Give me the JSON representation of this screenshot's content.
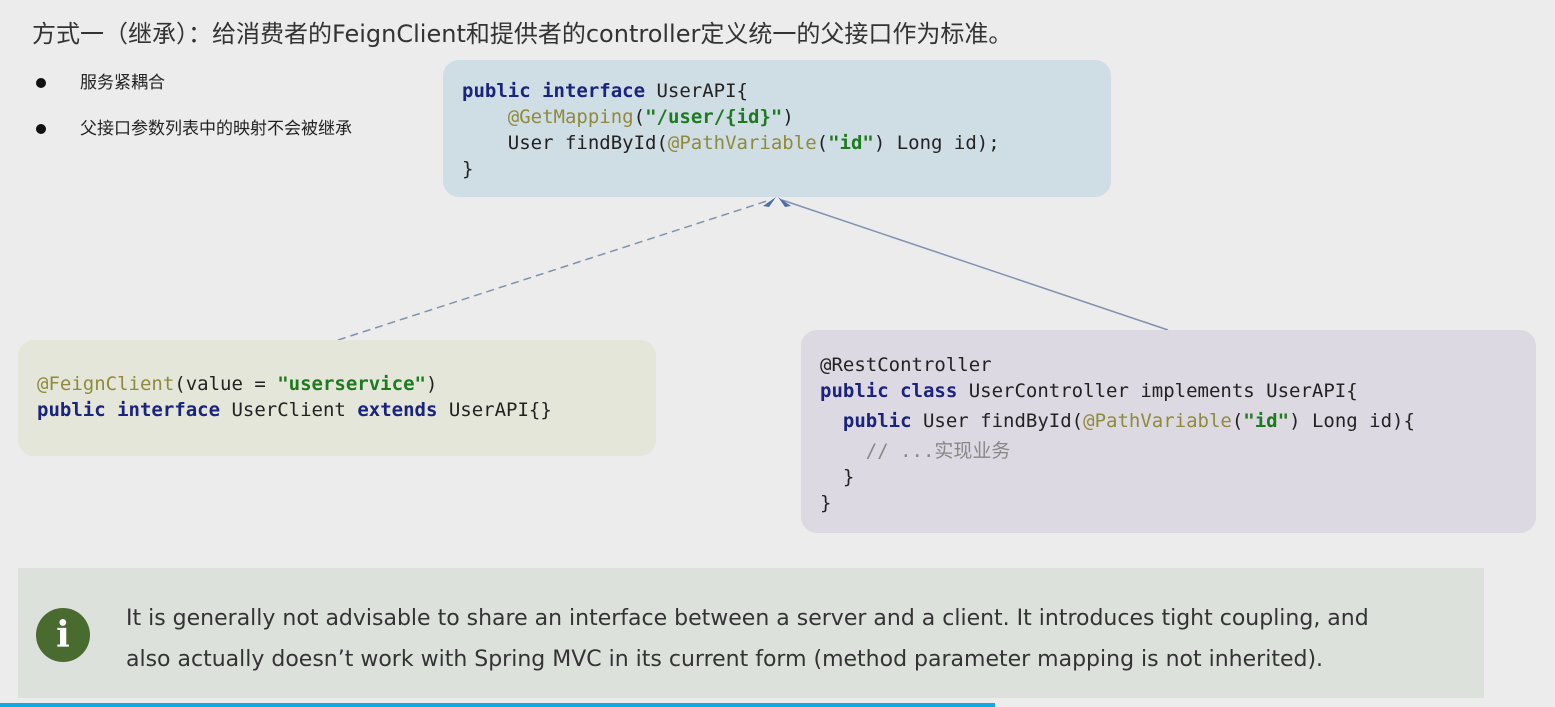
{
  "title": "方式一（继承）：给消费者的FeignClient和提供者的controller定义统一的父接口作为标准。",
  "bullets": [
    "服务紧耦合",
    "父接口参数列表中的映射不会被继承"
  ],
  "api_code": {
    "l1a": "public",
    "l1b": "interface",
    "l1c": " UserAPI{",
    "l2a": "@GetMapping",
    "l2b": "(",
    "l2c": "\"/user/{id}\"",
    "l2d": ")",
    "l3a": "User findById(",
    "l3b": "@PathVariable",
    "l3c": "(",
    "l3d": "\"id\"",
    "l3e": ") Long id);",
    "l4": "}"
  },
  "feign_code": {
    "l1a": "@FeignClient",
    "l1b": "(value = ",
    "l1c": "\"userservice\"",
    "l1d": ")",
    "l2a": "public",
    "l2b": "interface",
    "l2c": " UserClient ",
    "l2d": "extends",
    "l2e": " UserAPI{}"
  },
  "ctrl_code": {
    "l1": "@RestController",
    "l2a": "public",
    "l2b": "class",
    "l2c": " UserController implements UserAPI{",
    "l3a": "public",
    "l3b": " User findById(",
    "l3c": "@PathVariable",
    "l3d": "(",
    "l3e": "\"id\"",
    "l3f": ") Long id){",
    "l4": "// ...实现业务",
    "l5": "}",
    "l6": "}"
  },
  "info": {
    "line1": "It is generally not advisable to share an interface between a server and a client. It introduces tight coupling, and",
    "line2": "also actually doesn’t work with Spring MVC in its current form (method parameter mapping is not inherited).",
    "icon": "info-icon"
  },
  "progress": 0.64
}
